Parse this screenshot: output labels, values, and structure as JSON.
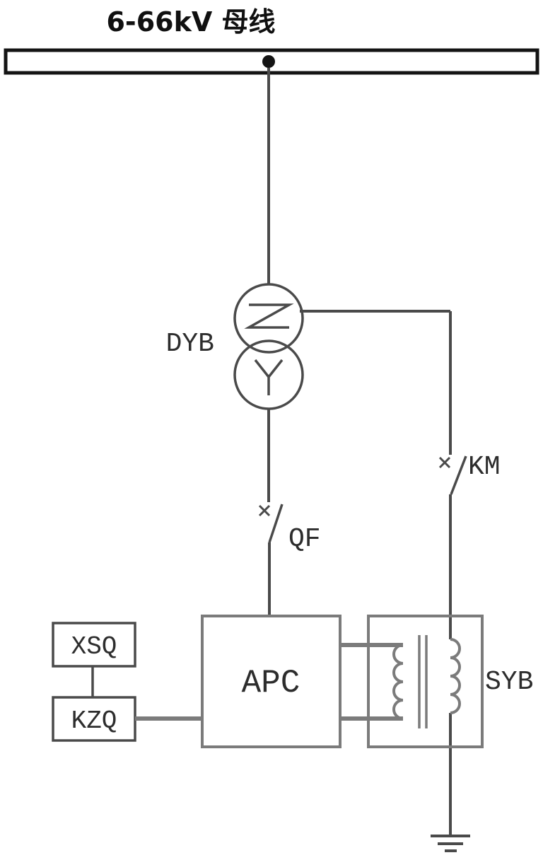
{
  "title": "6-66kV 母线",
  "labels": {
    "dyb": "DYB",
    "qf": "QF",
    "km": "KM",
    "apc": "APC",
    "xsq": "XSQ",
    "kzq": "KZQ",
    "syb": "SYB"
  },
  "colors": {
    "black": "#141414",
    "dark": "#4a4a4a",
    "gray": "#7b7b7b",
    "background": "#ffffff"
  }
}
